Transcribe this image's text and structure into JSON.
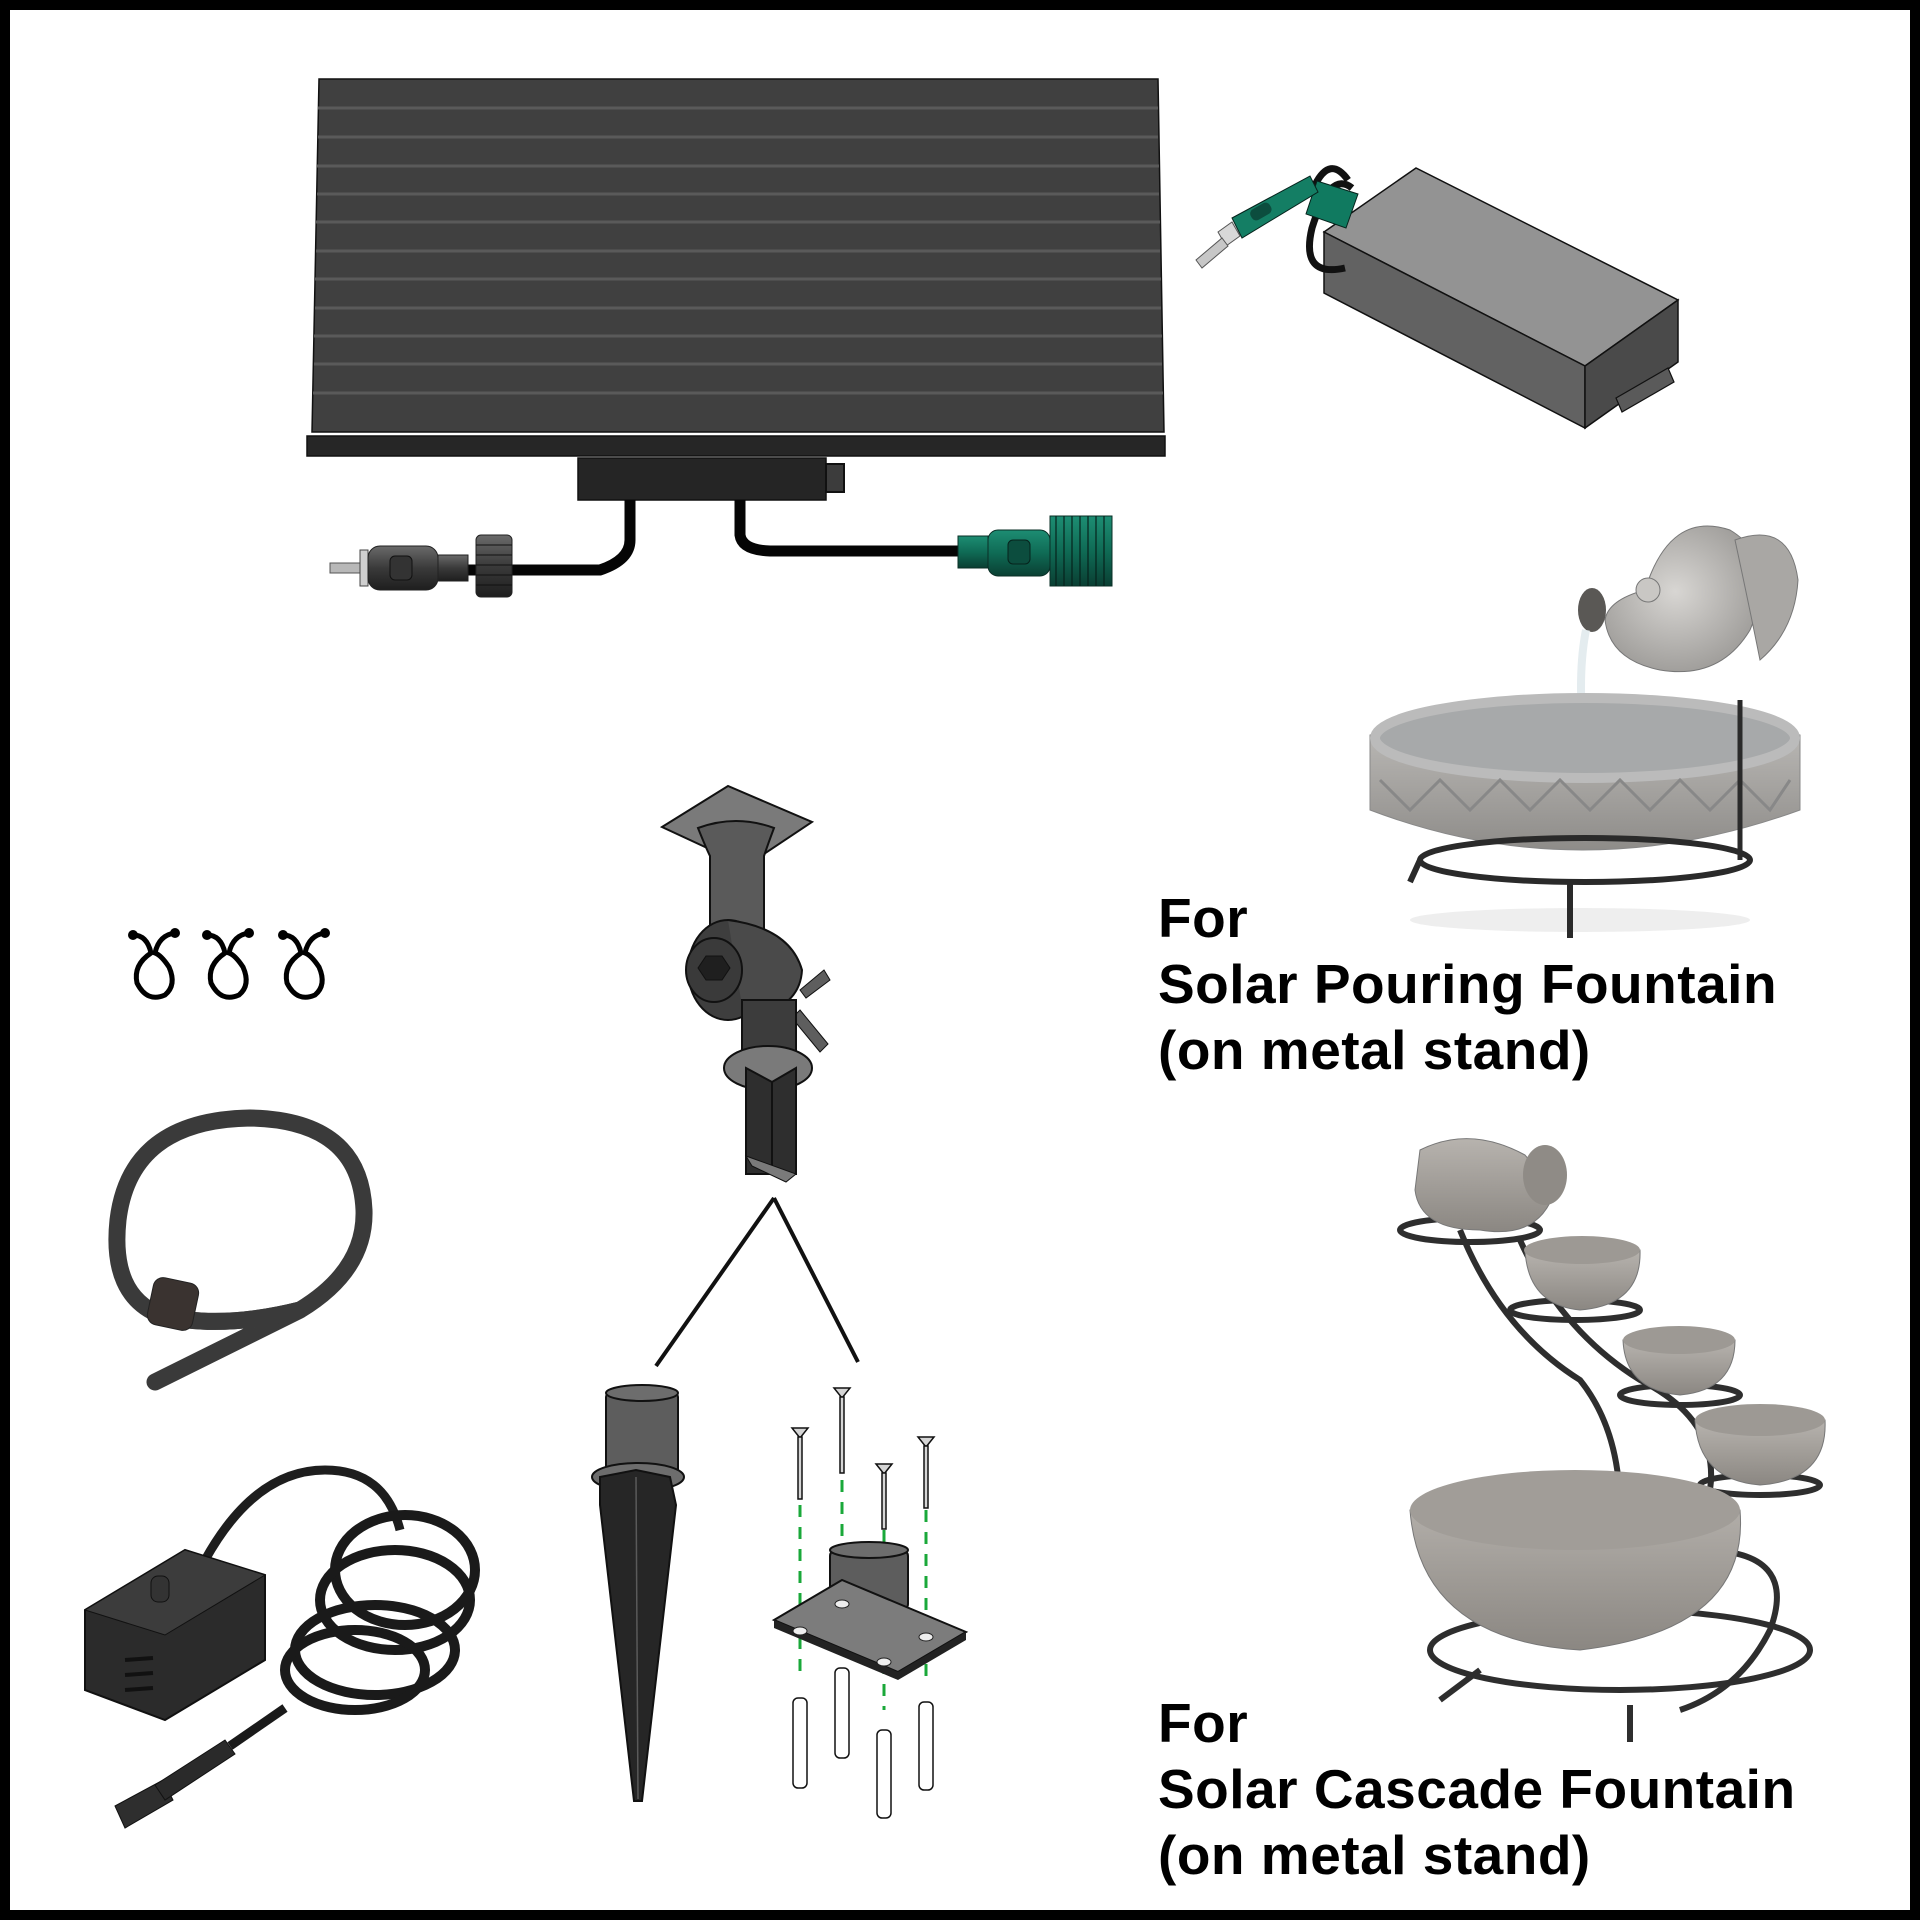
{
  "diagram": {
    "title": "Solar fountain kit components",
    "border_color": "#000000",
    "background": "#ffffff",
    "components": [
      {
        "id": "solar-panel",
        "name": "Solar panel with junction box and cables"
      },
      {
        "id": "battery-pack",
        "name": "Battery box with connector"
      },
      {
        "id": "panel-mount",
        "name": "Adjustable panel mounting bracket"
      },
      {
        "id": "cable-clips",
        "name": "Cable clips",
        "count": 3
      },
      {
        "id": "tubing",
        "name": "Pump tubing with connector"
      },
      {
        "id": "pump",
        "name": "Submersible pump with cable"
      },
      {
        "id": "ground-spike",
        "name": "Ground stake"
      },
      {
        "id": "wall-mount",
        "name": "Mounting base plate with 4 screws and 4 wall plugs"
      }
    ],
    "colors": {
      "panel": "#404040",
      "panel_stripe": "#5a5a5a",
      "panel_frame": "#262626",
      "connector_green": "#0f6b55",
      "battery_top": "#939393",
      "battery_side": "#626262",
      "dashed_guide": "#1aa83a"
    }
  },
  "captions": {
    "pouring": {
      "line1": "For",
      "line2": "Solar Pouring Fountain",
      "line3": "(on metal stand)"
    },
    "cascade": {
      "line1": "For",
      "line2": "Solar Cascade Fountain",
      "line3": "(on metal stand)"
    }
  }
}
